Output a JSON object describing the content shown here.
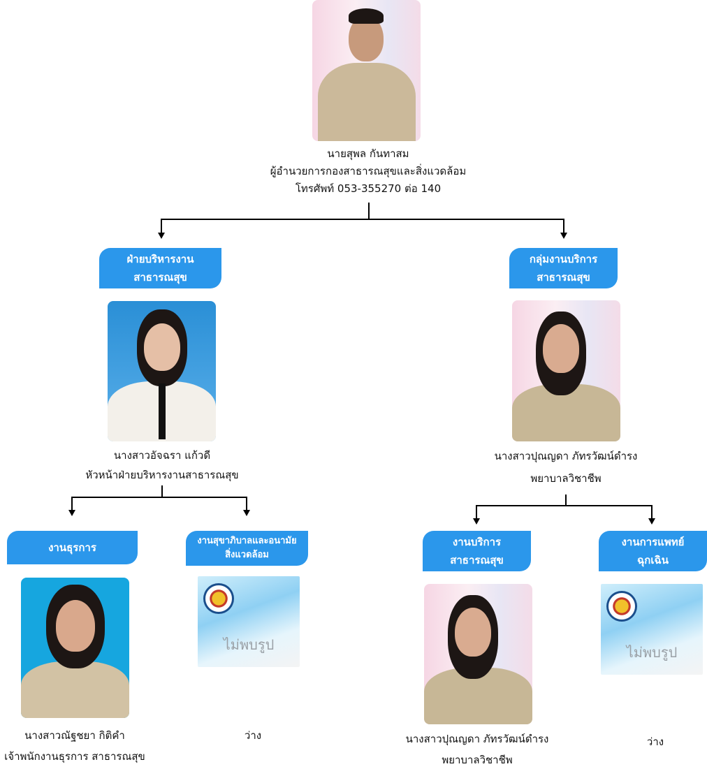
{
  "director": {
    "name": "นายสุพล  กันทาสม",
    "title": "ผู้อำนวยการกองสาธารณสุขและสิ่งแวดล้อม",
    "phone": "โทรศัพท์ 053-355270 ต่อ 140"
  },
  "left": {
    "box": [
      "ฝ่ายบริหารงาน",
      "สาธารณสุข"
    ],
    "head": {
      "name": "นางสาวอัจฉรา   แก้วดี",
      "title": "หัวหน้าฝ่ายบริหารงานสาธารณสุข"
    },
    "sub1": {
      "box": [
        "งานธุรการ"
      ],
      "name": "นางสาวณัฐชยา  กิติคำ",
      "title": "เจ้าพนักงานธุรการ สาธารณสุข"
    },
    "sub2": {
      "box": [
        "งานสุขาภิบาลและอนามัย",
        "สิ่งแวดล้อม"
      ],
      "name": "ว่าง",
      "placeholder": "ไม่พบรูป"
    }
  },
  "right": {
    "box": [
      "กลุ่มงานบริการ",
      "สาธารณสุข"
    ],
    "head": {
      "name": "นางสาวปุณญดา  ภัทรวัฒน์ดำรง",
      "title": "พยาบาลวิชาชีพ"
    },
    "sub1": {
      "box": [
        "งานบริการ",
        "สาธารณสุข"
      ],
      "name": "นางสาวปุณญดา  ภัทรวัฒน์ดำรง",
      "title": "พยาบาลวิชาชีพ"
    },
    "sub2": {
      "box": [
        "งานการแพทย์",
        "ฉุกเฉิน"
      ],
      "name": "ว่าง",
      "placeholder": "ไม่พบรูป"
    }
  },
  "colors": {
    "box": "#2b97eb"
  }
}
